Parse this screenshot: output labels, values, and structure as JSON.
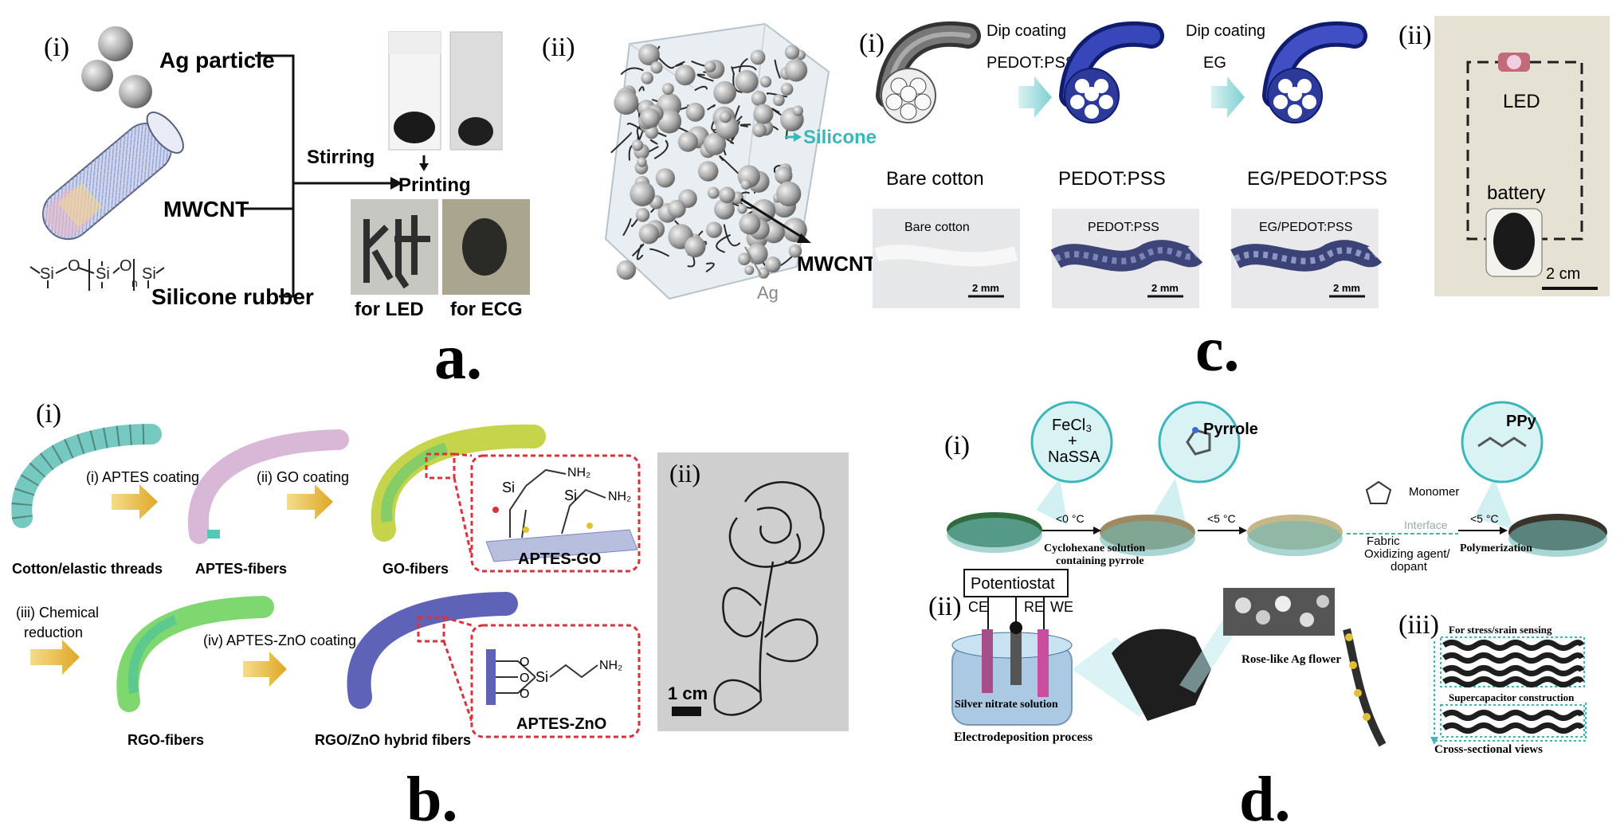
{
  "panel_a": {
    "roman_i": "(i)",
    "roman_ii": "(ii)",
    "ag_particle": "Ag particle",
    "mwcnt": "MWCNT",
    "silicone_rubber": "Silicone rubber",
    "stirring": "Stirring",
    "printing": "Printing",
    "for_led": "for LED",
    "for_ecg": "for ECG",
    "silicone": "Silicone",
    "mwcnt_3d": "MWCNT",
    "ag": "Ag",
    "formula_si1": "Si",
    "formula_o1": "O",
    "formula_si2": "Si",
    "formula_o2": "O",
    "formula_si3": "Si",
    "formula_n": "n",
    "letter": "a."
  },
  "panel_c": {
    "roman_i": "(i)",
    "roman_ii": "(ii)",
    "dip1": "Dip coating",
    "pedot_step": "PEDOT:PSS",
    "dip2": "Dip coating",
    "eg_step": "EG",
    "bare_cotton": "Bare cotton",
    "pedot_label": "PEDOT:PSS",
    "egpedot_label": "EG/PEDOT:PSS",
    "photo_bare": "Bare cotton",
    "photo_pedot": "PEDOT:PSS",
    "photo_egpedot": "EG/PEDOT:PSS",
    "scale_2mm_1": "2 mm",
    "scale_2mm_2": "2 mm",
    "scale_2mm_3": "2 mm",
    "led": "LED",
    "battery": "battery",
    "scale_2cm": "2 cm",
    "letter": "c."
  },
  "panel_b": {
    "roman_i": "(i)",
    "roman_ii": "(ii)",
    "step_aptes": "(i) APTES coating",
    "step_go": "(ii) GO coating",
    "step_chem1": "(iii) Chemical",
    "step_chem2": "reduction",
    "step_zno": "(iv) APTES-ZnO coating",
    "cotton_threads": "Cotton/elastic threads",
    "aptes_fibers": "APTES-fibers",
    "go_fibers": "GO-fibers",
    "rgo_fibers": "RGO-fibers",
    "rgo_zno_fibers": "RGO/ZnO hybrid fibers",
    "aptes_go": "APTES-GO",
    "aptes_zno": "APTES-ZnO",
    "chem_si": "Si",
    "chem_nh2": "NH₂",
    "chem_si2": "Si",
    "chem_nh2_2": "NH₂",
    "chem_o": "O",
    "scale_1cm": "1 cm",
    "letter": "b."
  },
  "panel_d": {
    "roman_i": "(i)",
    "roman_ii": "(ii)",
    "roman_iii": "(iii)",
    "fecl3": "FeCl₃",
    "plus": "+",
    "nassa": "NaSSA",
    "pyrrole": "Pyrrole",
    "ppy": "PPy",
    "temp1": "<0 °C",
    "temp2": "<5 °C",
    "temp3": "<5 °C",
    "cyclohexane1": "Cyclohexane solution",
    "cyclohexane2": "containing pyrrole",
    "monomer": "Monomer",
    "interface": "Interface",
    "fabric": "Fabric",
    "oxidizing1": "Oxidizing agent/",
    "oxidizing2": "dopant",
    "polymerization": "Polymerization",
    "potentiostat": "Potentiostat",
    "ce": "CE",
    "re": "RE",
    "we": "WE",
    "silver_nitrate": "Silver nitrate solution",
    "electrodeposition": "Electrodeposition process",
    "rose_ag": "Rose-like Ag flower",
    "stress_sensing": "For stress/srain sensing",
    "supercap": "Supercapacitor construction",
    "cross_section": "Cross-sectional views",
    "letter": "d."
  },
  "colors": {
    "teal": "#3cb6b8",
    "cotton_blue": "#2d3a9a",
    "arrow_gold": "#e6b43a",
    "red_dash": "#d8333c",
    "pale_cyan": "#bfe9ec"
  }
}
